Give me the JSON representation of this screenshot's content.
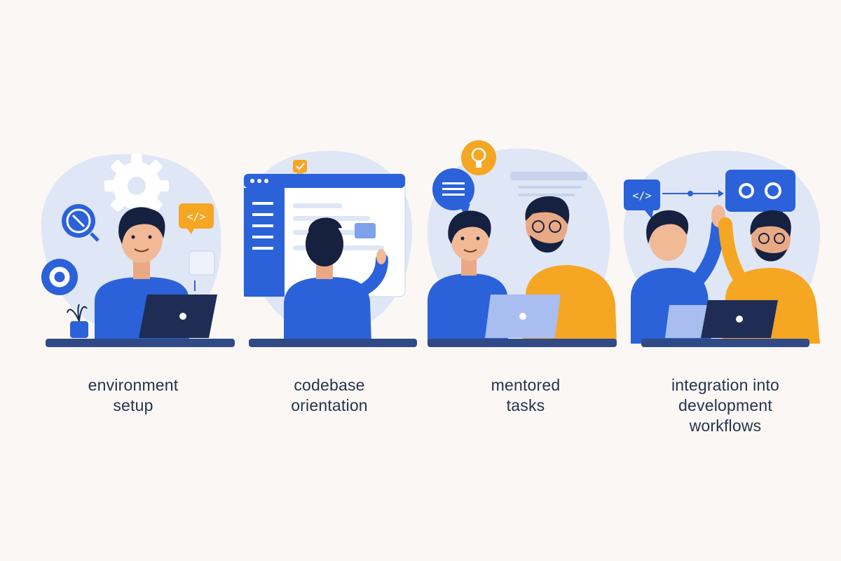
{
  "colors": {
    "background": "#fbf7f4",
    "primary_blue": "#2b62d9",
    "navy": "#1b2a52",
    "orange": "#f5a623",
    "blob": "#dfe6f6",
    "caption": "#26344e"
  },
  "steps": [
    {
      "lines": [
        "environment",
        "setup"
      ]
    },
    {
      "lines": [
        "codebase",
        "orientation"
      ]
    },
    {
      "lines": [
        "mentored",
        "tasks"
      ]
    },
    {
      "lines": [
        "integration into",
        "development",
        "workflows"
      ]
    }
  ],
  "icons": {
    "code_tag": "</>"
  }
}
